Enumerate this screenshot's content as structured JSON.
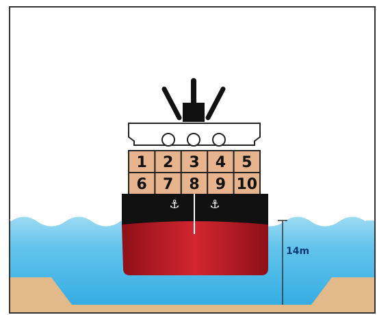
{
  "containers": [
    "1",
    "2",
    "3",
    "4",
    "5",
    "6",
    "7",
    "8",
    "9",
    "10"
  ],
  "depth_label": "14m",
  "colors": {
    "water_top": "#7fd0ee",
    "water_bottom": "#3fb4e6",
    "seabed": "#e3b98a",
    "hull_red": "#c8202a",
    "hull_black": "#111111",
    "container_fill": "#e8b48e",
    "frame": "#222222"
  }
}
